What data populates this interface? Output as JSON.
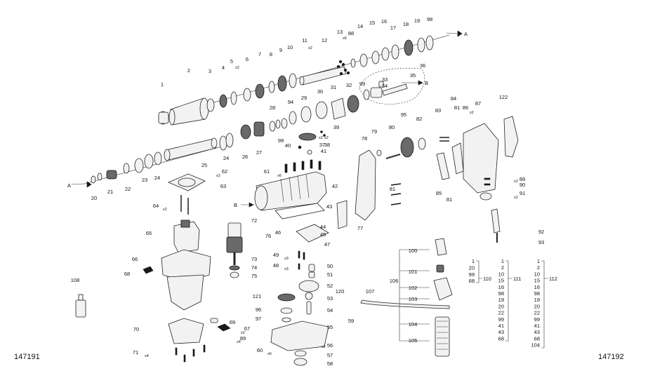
{
  "codes": {
    "left": "147191",
    "right": "147192"
  },
  "axis_letters": {
    "a_top": "A",
    "a_left": "A",
    "b_top": "B",
    "b_mid": "B"
  },
  "qty": {
    "q5": "x2",
    "q11": "x2",
    "q13": "x6",
    "q62": "x2",
    "q64": "x2",
    "q61": "x6",
    "q37": "x2",
    "q38": "x2",
    "q86": "x2",
    "q89": "x2",
    "q91": "x2",
    "q49": "x3",
    "q48": "x3",
    "q67": "x2",
    "q89b": "x4",
    "q71": "x4",
    "q60": "x6",
    "q56": "x2"
  },
  "list110": [
    "1",
    "20",
    "99",
    "68"
  ],
  "list110_label": "110",
  "list111": [
    "1",
    "2",
    "10",
    "15",
    "16",
    "98",
    "19",
    "20",
    "22",
    "99",
    "41",
    "43",
    "68"
  ],
  "list111_label": "111",
  "list112": [
    "1",
    "2",
    "10",
    "15",
    "16",
    "98",
    "19",
    "20",
    "22",
    "99",
    "41",
    "43",
    "68",
    "104"
  ],
  "list112_label": "112",
  "labels": [
    {
      "id": "p1",
      "t": "1"
    },
    {
      "id": "p2",
      "t": "2"
    },
    {
      "id": "p3",
      "t": "3"
    },
    {
      "id": "p4",
      "t": "4"
    },
    {
      "id": "p5",
      "t": "5"
    },
    {
      "id": "p6",
      "t": "6"
    },
    {
      "id": "p7",
      "t": "7"
    },
    {
      "id": "p8",
      "t": "8"
    },
    {
      "id": "p9",
      "t": "9"
    },
    {
      "id": "p10",
      "t": "10"
    },
    {
      "id": "p11",
      "t": "11"
    },
    {
      "id": "p12",
      "t": "12"
    },
    {
      "id": "p13",
      "t": "13"
    },
    {
      "id": "p88",
      "t": "88"
    },
    {
      "id": "p14",
      "t": "14"
    },
    {
      "id": "p15",
      "t": "15"
    },
    {
      "id": "p16",
      "t": "16"
    },
    {
      "id": "p17",
      "t": "17"
    },
    {
      "id": "p18",
      "t": "18"
    },
    {
      "id": "p19",
      "t": "19"
    },
    {
      "id": "p98",
      "t": "98"
    },
    {
      "id": "p36",
      "t": "36"
    },
    {
      "id": "p35",
      "t": "35"
    },
    {
      "id": "p33",
      "t": "33"
    },
    {
      "id": "p34",
      "t": "34"
    },
    {
      "id": "p99a",
      "t": "99"
    },
    {
      "id": "p32",
      "t": "32"
    },
    {
      "id": "p31",
      "t": "31"
    },
    {
      "id": "p30",
      "t": "30"
    },
    {
      "id": "p29",
      "t": "29"
    },
    {
      "id": "p94",
      "t": "94"
    },
    {
      "id": "p28",
      "t": "28"
    },
    {
      "id": "p39",
      "t": "39"
    },
    {
      "id": "p37",
      "t": "37"
    },
    {
      "id": "p38",
      "t": "38"
    },
    {
      "id": "p99b",
      "t": "99"
    },
    {
      "id": "p40",
      "t": "40"
    },
    {
      "id": "p41",
      "t": "41"
    },
    {
      "id": "p27",
      "t": "27"
    },
    {
      "id": "p26",
      "t": "26"
    },
    {
      "id": "p25",
      "t": "25"
    },
    {
      "id": "p24a",
      "t": "24"
    },
    {
      "id": "p24b",
      "t": "24"
    },
    {
      "id": "p23",
      "t": "23"
    },
    {
      "id": "p22",
      "t": "22"
    },
    {
      "id": "p21",
      "t": "21"
    },
    {
      "id": "p20",
      "t": "20"
    },
    {
      "id": "p62",
      "t": "62"
    },
    {
      "id": "p63",
      "t": "63"
    },
    {
      "id": "p61",
      "t": "61"
    },
    {
      "id": "p42",
      "t": "42"
    },
    {
      "id": "p43",
      "t": "43"
    },
    {
      "id": "p64",
      "t": "64"
    },
    {
      "id": "p65",
      "t": "65"
    },
    {
      "id": "p72",
      "t": "72"
    },
    {
      "id": "p76",
      "t": "76"
    },
    {
      "id": "p73",
      "t": "73"
    },
    {
      "id": "p74",
      "t": "74"
    },
    {
      "id": "p75",
      "t": "75"
    },
    {
      "id": "p44",
      "t": "44"
    },
    {
      "id": "p46",
      "t": "46"
    },
    {
      "id": "p45",
      "t": "45"
    },
    {
      "id": "p47",
      "t": "47"
    },
    {
      "id": "p49",
      "t": "49"
    },
    {
      "id": "p48",
      "t": "48"
    },
    {
      "id": "p50",
      "t": "50"
    },
    {
      "id": "p51",
      "t": "51"
    },
    {
      "id": "p52",
      "t": "52"
    },
    {
      "id": "p120",
      "t": "120"
    },
    {
      "id": "p53",
      "t": "53"
    },
    {
      "id": "p121",
      "t": "121"
    },
    {
      "id": "p96",
      "t": "96"
    },
    {
      "id": "p97",
      "t": "97"
    },
    {
      "id": "p54",
      "t": "54"
    },
    {
      "id": "p55",
      "t": "55"
    },
    {
      "id": "p59",
      "t": "59"
    },
    {
      "id": "p56",
      "t": "56"
    },
    {
      "id": "p57",
      "t": "57"
    },
    {
      "id": "p58",
      "t": "58"
    },
    {
      "id": "p60",
      "t": "60"
    },
    {
      "id": "p66",
      "t": "66"
    },
    {
      "id": "p68",
      "t": "68"
    },
    {
      "id": "p69",
      "t": "69"
    },
    {
      "id": "p67",
      "t": "67"
    },
    {
      "id": "p89b",
      "t": "89"
    },
    {
      "id": "p70",
      "t": "70"
    },
    {
      "id": "p71",
      "t": "71"
    },
    {
      "id": "p108",
      "t": "108"
    },
    {
      "id": "p78",
      "t": "78"
    },
    {
      "id": "p79",
      "t": "79"
    },
    {
      "id": "p80",
      "t": "80"
    },
    {
      "id": "p95",
      "t": "95"
    },
    {
      "id": "p82",
      "t": "82"
    },
    {
      "id": "p81a",
      "t": "81"
    },
    {
      "id": "p77",
      "t": "77"
    },
    {
      "id": "p83",
      "t": "83"
    },
    {
      "id": "p84",
      "t": "84"
    },
    {
      "id": "p81b",
      "t": "81"
    },
    {
      "id": "p86",
      "t": "86"
    },
    {
      "id": "p87",
      "t": "87"
    },
    {
      "id": "p122",
      "t": "122"
    },
    {
      "id": "p85",
      "t": "85"
    },
    {
      "id": "p81c",
      "t": "81"
    },
    {
      "id": "p89",
      "t": "89"
    },
    {
      "id": "p90",
      "t": "90"
    },
    {
      "id": "p91",
      "t": "91"
    },
    {
      "id": "p92",
      "t": "92"
    },
    {
      "id": "p93",
      "t": "93"
    },
    {
      "id": "p100",
      "t": "100"
    },
    {
      "id": "p101",
      "t": "101"
    },
    {
      "id": "p106",
      "t": "106"
    },
    {
      "id": "p102",
      "t": "102"
    },
    {
      "id": "p103",
      "t": "103"
    },
    {
      "id": "p107",
      "t": "107"
    },
    {
      "id": "p104",
      "t": "104"
    },
    {
      "id": "p105",
      "t": "105"
    }
  ]
}
